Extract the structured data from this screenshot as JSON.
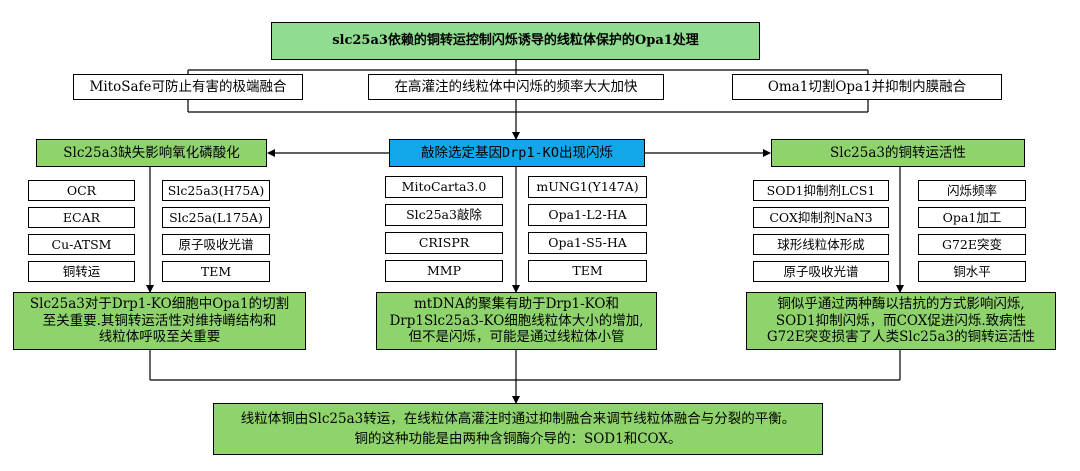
{
  "title": "slc25a3依赖的铜转运控制闪烁诱导的线粒体保护的Opa1处理",
  "top_row": {
    "left": "MitoSafe可防止有害的极端融合",
    "center": "在高灌注的线粒体中闪烁的频率大大加快",
    "right": "Oma1切割Opa1并抑制内膜融合"
  },
  "center_header": "敲除选定基因Drp1-KO出现闪烁",
  "left_header": "Slc25a3缺失影响氧化磷酸化",
  "right_header": "Slc25a3的铜转运活性",
  "left_col_a": [
    "OCR",
    "ECAR",
    "Cu-ATSM",
    "铜转运"
  ],
  "left_col_b": [
    "Slc25a3(H75A)",
    "Slc25a(L175A)",
    "原子吸收光谱",
    "TEM"
  ],
  "center_col_a": [
    "MitoCarta3.0",
    "Slc25a3敲除",
    "CRISPR",
    "MMP"
  ],
  "center_col_b": [
    "mUNG1(Y147A)",
    "Opa1-L2-HA",
    "Opa1-S5-HA",
    "TEM"
  ],
  "right_col_a": [
    "SOD1抑制剂LCS1",
    "COX抑制剂NaN3",
    "球形线粒体形成",
    "原子吸收光谱"
  ],
  "right_col_b": [
    "闪烁频率",
    "Opa1加工",
    "G72E突变",
    "铜水平"
  ],
  "left_summary": "Slc25a3对于Drp1-KO细胞中Opa1的切割\n至关重要.其铜转运活性对维持嵴结构和\n线粒体呼吸至关重要",
  "center_summary": "mtDNA的聚集有助于Drp1-KO和\nDrp1Slc25a3-KO细胞线粒体大小的增加,\n但不是闪烁，可能是通过线粒体小管",
  "right_summary": "铜似乎通过两种酶以拮抗的方式影响闪烁,\nSOD1抑制闪烁，而COX促进闪烁.致病性\nG72E突变损害了人类Slc25a3的铜转运活性",
  "conclusion": "线粒体铜由Slc25a3转运，在线粒体高灌注时通过抑制融合来调节线粒体融合与分裂的平衡。\n铜的这种功能是由两种含铜酶介导的：SOD1和COX。",
  "colors": {
    "title_bg": "#90dc90",
    "header_green": "#8fd36d",
    "header_blue": "#12a7e8"
  }
}
